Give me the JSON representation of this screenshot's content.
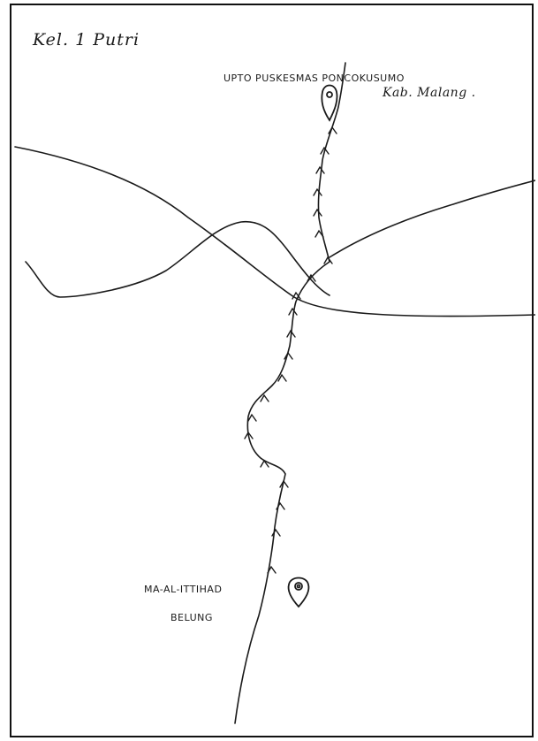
{
  "header": {
    "group_label": "Kel. 1 Putri"
  },
  "destination": {
    "line1": "UPTO PUSKESMAS PONCOKUSUMO",
    "line2": "Kab. Malang .",
    "marker_icon": "map-pin-icon"
  },
  "origin": {
    "line1": "MA-AL-ITTIHAD",
    "line2": "BELUNG",
    "marker_icon": "map-pin-icon"
  },
  "colors": {
    "ink": "#1a1a1a",
    "paper": "#ffffff",
    "frame": "#111111"
  }
}
